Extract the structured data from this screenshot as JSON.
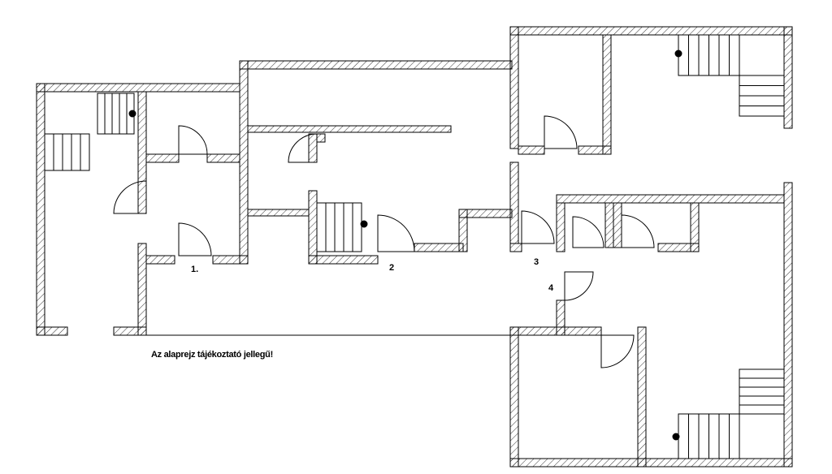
{
  "plan": {
    "note": "Az alaprejz tájékoztató jellegű!",
    "room_labels": [
      "1.",
      "2",
      "3",
      "4"
    ]
  },
  "colors": {
    "wall": "#000000",
    "background": "#ffffff"
  }
}
